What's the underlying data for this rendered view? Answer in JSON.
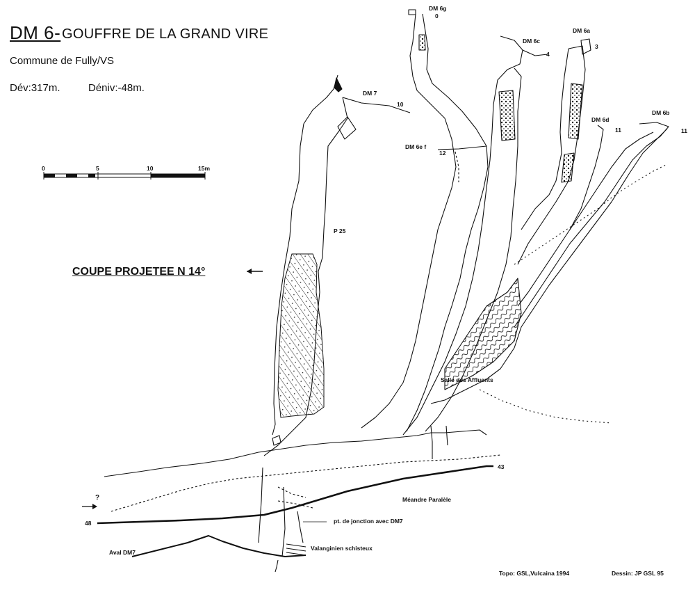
{
  "header": {
    "code": "DM 6-",
    "name": "GOUFFRE DE LA GRAND VIRE",
    "commune": "Commune de Fully/VS",
    "dev": "Dév:317m.",
    "deniv": "Déniv:-48m."
  },
  "scale_bar": {
    "ticks": [
      "0",
      "5",
      "10",
      "15m"
    ]
  },
  "section_title": "COUPE PROJETEE N 14°",
  "entrances": [
    {
      "id": "DM 6g",
      "depth": "0"
    },
    {
      "id": "DM 6c",
      "depth": "4"
    },
    {
      "id": "DM 6a",
      "depth": "3"
    },
    {
      "id": "DM 7",
      "depth": "10"
    },
    {
      "id": "DM 6d",
      "depth": "11"
    },
    {
      "id": "DM 6b",
      "depth": "11"
    },
    {
      "id": "DM 6e f",
      "depth": "12"
    }
  ],
  "labels": {
    "pitch": "P 25",
    "salle": "Salle des Affluents",
    "depth_43": "43",
    "meandre": "Méandre Paralèle",
    "depth_48": "48",
    "question_mark": "?",
    "jonction": "pt. de jonction avec DM7",
    "aval": "Aval DM7",
    "valanginien": "Valanginien schisteux"
  },
  "credits": {
    "topo": "Topo: GSL,Vulcaina 1994",
    "dessin": "Dessin: JP GSL 95"
  },
  "colors": {
    "ink": "#111111",
    "paper": "#ffffff"
  }
}
